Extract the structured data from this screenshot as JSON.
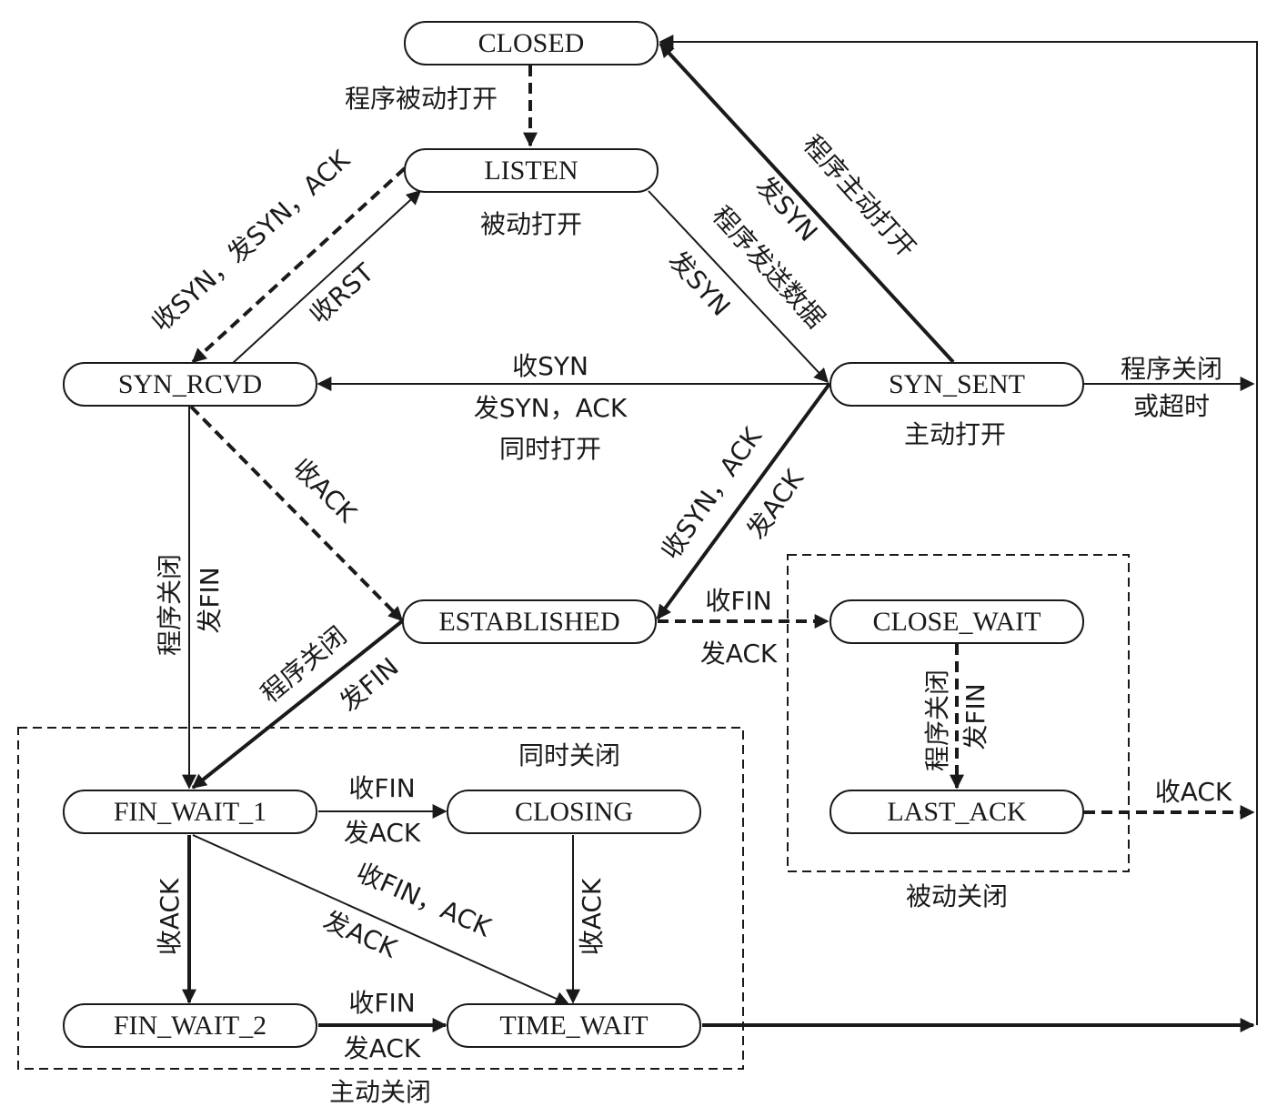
{
  "states": {
    "closed": "CLOSED",
    "listen": "LISTEN",
    "syn_rcvd": "SYN_RCVD",
    "syn_sent": "SYN_SENT",
    "established": "ESTABLISHED",
    "close_wait": "CLOSE_WAIT",
    "last_ack": "LAST_ACK",
    "fin_wait_1": "FIN_WAIT_1",
    "closing": "CLOSING",
    "fin_wait_2": "FIN_WAIT_2",
    "time_wait": "TIME_WAIT"
  },
  "regions": {
    "simultaneous_close": "同时关闭",
    "passive_close": "被动关闭",
    "active_close": "主动关闭"
  },
  "state_notes": {
    "listen": "被动打开",
    "syn_sent": "主动打开"
  },
  "transitions": {
    "closed_listen": "程序被动打开",
    "listen_synrcvd": "收SYN，发SYN，ACK",
    "synrcvd_listen": "收RST",
    "closed_synsent_1": "程序主动打开",
    "closed_synsent_2": "发SYN",
    "listen_synsent_1": "程序发送数据",
    "listen_synsent_2": "发SYN",
    "synsent_closed_1": "程序关闭",
    "synsent_closed_2": "或超时",
    "simultaneous_open_1": "收SYN",
    "simultaneous_open_2": "发SYN，ACK",
    "simultaneous_open_3": "同时打开",
    "synrcvd_established": "收ACK",
    "synsent_established_1": "收SYN，ACK",
    "synsent_established_2": "发ACK",
    "synrcvd_finwait1_1": "程序关闭",
    "synrcvd_finwait1_2": "发FIN",
    "established_finwait1_1": "程序关闭",
    "established_finwait1_2": "发FIN",
    "established_closewait_1": "收FIN",
    "established_closewait_2": "发ACK",
    "closewait_lastack_1": "程序关闭",
    "closewait_lastack_2": "发FIN",
    "lastack_closed": "收ACK",
    "finwait1_closing_1": "收FIN",
    "finwait1_closing_2": "发ACK",
    "finwait1_timewait_1": "收FIN，ACK",
    "finwait1_timewait_2": "发ACK",
    "finwait1_finwait2": "收ACK",
    "closing_timewait": "收ACK",
    "finwait2_timewait_1": "收FIN",
    "finwait2_timewait_2": "发ACK"
  }
}
